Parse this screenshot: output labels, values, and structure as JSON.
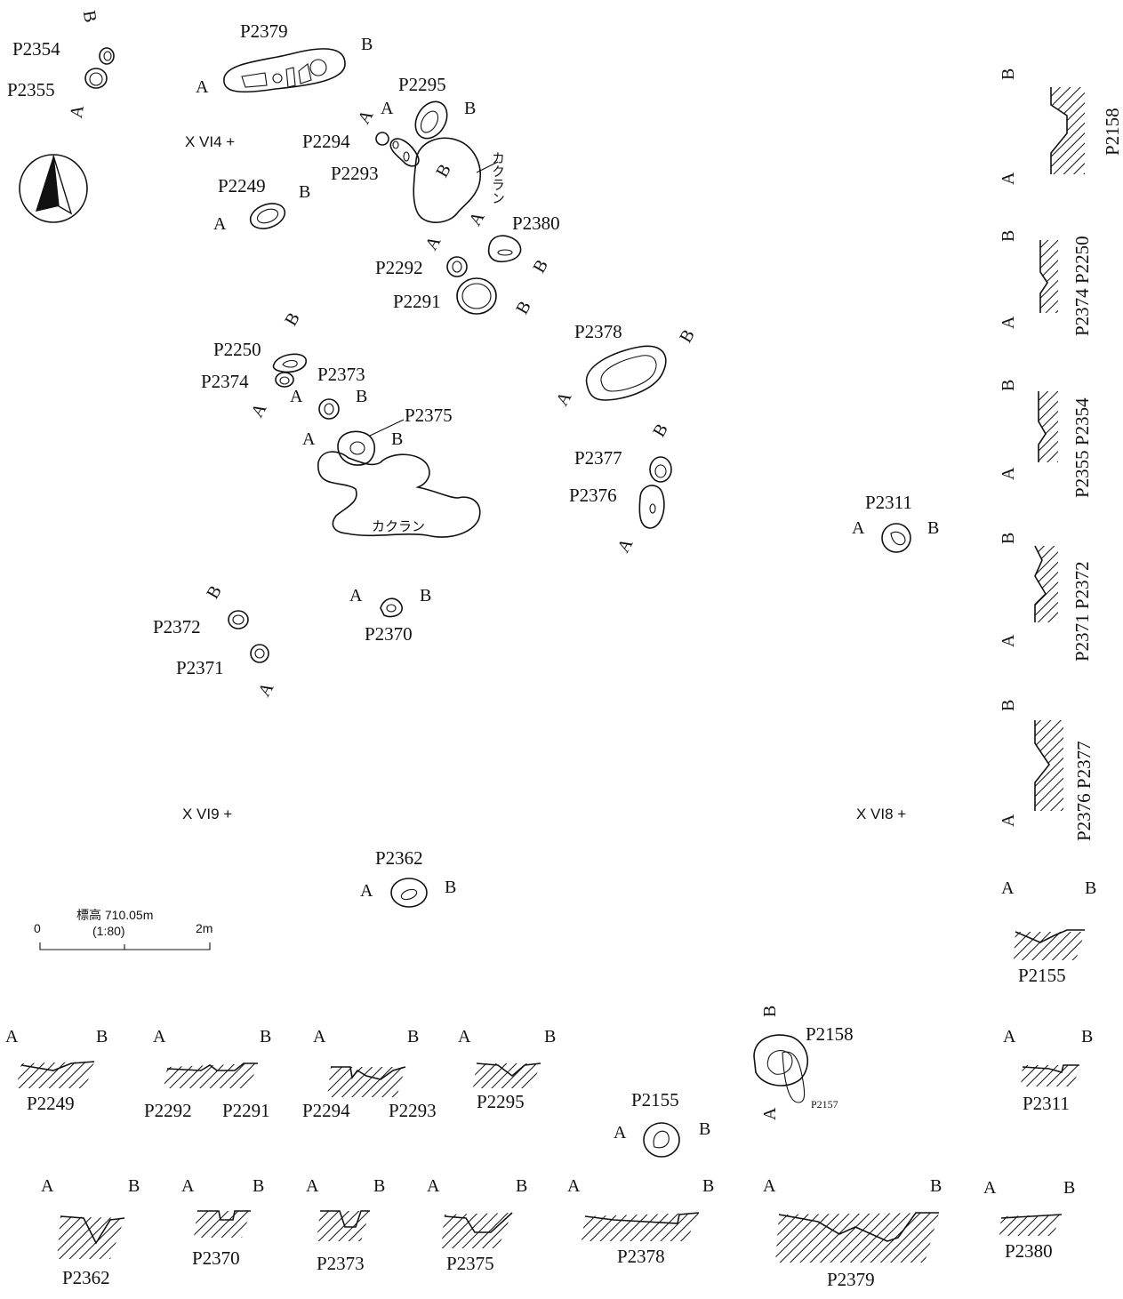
{
  "grid_markers": [
    "X VI4 +",
    "X VI9 +",
    "X VI8 +"
  ],
  "scale_bar": {
    "start": "0",
    "end": "2m",
    "elevation": "標高 710.05m",
    "ratio": "(1:80)"
  },
  "disturbance_label": "カクラン",
  "section_ends": {
    "a": "A",
    "b": "B"
  },
  "plan_labels": {
    "P2354": "P2354",
    "P2355": "P2355",
    "P2379": "P2379",
    "P2295": "P2295",
    "P2294": "P2294",
    "P2293": "P2293",
    "P2249": "P2249",
    "P2380": "P2380",
    "P2292": "P2292",
    "P2291": "P2291",
    "P2378": "P2378",
    "P2250": "P2250",
    "P2374": "P2374",
    "P2373": "P2373",
    "P2375": "P2375",
    "P2377": "P2377",
    "P2376": "P2376",
    "P2311": "P2311",
    "P2372": "P2372",
    "P2371": "P2371",
    "P2370": "P2370",
    "P2362": "P2362",
    "P2155": "P2155",
    "P2158": "P2158",
    "P2157": "P2157"
  },
  "section_labels": {
    "right_vertical": [
      "P2158",
      "P2374  P2250",
      "P2355  P2354",
      "P2371  P2372",
      "P2376  P2377"
    ],
    "right_horizontal": [
      "P2155",
      "P2311",
      "P2380"
    ],
    "row1": [
      "P2249",
      "P2292",
      "P2291",
      "P2294",
      "P2293",
      "P2295"
    ],
    "row2": [
      "P2362",
      "P2370",
      "P2373",
      "P2375",
      "P2378",
      "P2379"
    ]
  }
}
